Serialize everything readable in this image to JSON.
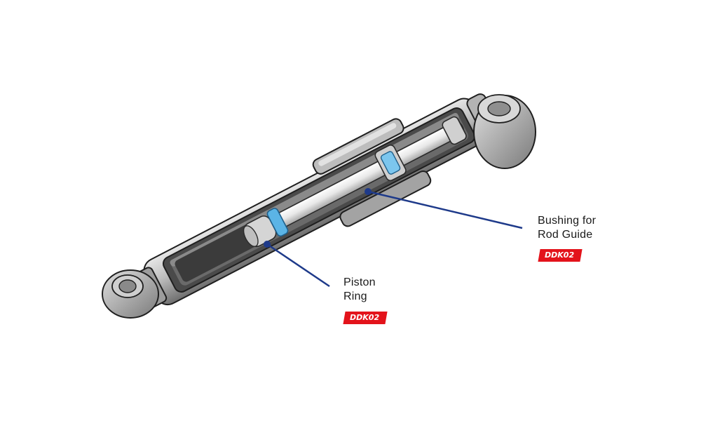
{
  "colors": {
    "leader_line": "#1e3a8a",
    "badge_bg": "#e3131b",
    "highlight_blue": "#5bb4e6",
    "metal_light": "#d9d9d9",
    "metal_mid": "#a9a9a9",
    "metal_dark": "#5c5c5c",
    "outline": "#1f1f1f"
  },
  "callouts": [
    {
      "id": "piston-ring",
      "lines": [
        "Piston",
        "Ring"
      ],
      "badge": "DDK02"
    },
    {
      "id": "rod-guide-bushing",
      "lines": [
        "Bushing for",
        "Rod Guide"
      ],
      "badge": "DDK02"
    }
  ]
}
